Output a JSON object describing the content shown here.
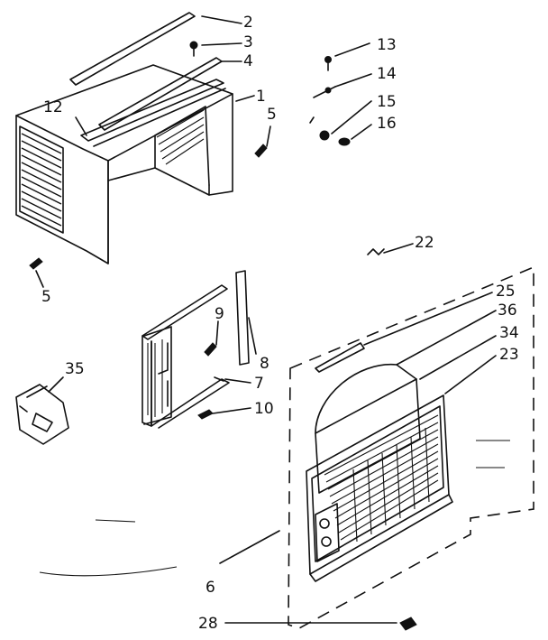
{
  "diagram": {
    "callouts": {
      "c1": "1",
      "c2": "2",
      "c3": "3",
      "c4": "4",
      "c5a": "5",
      "c5b": "5",
      "c6": "6",
      "c7": "7",
      "c8": "8",
      "c9": "9",
      "c10": "10",
      "c12": "12",
      "c13": "13",
      "c14": "14",
      "c15": "15",
      "c16": "16",
      "c22": "22",
      "c23": "23",
      "c25": "25",
      "c28": "28",
      "c34": "34",
      "c35": "35",
      "c36": "36"
    }
  }
}
